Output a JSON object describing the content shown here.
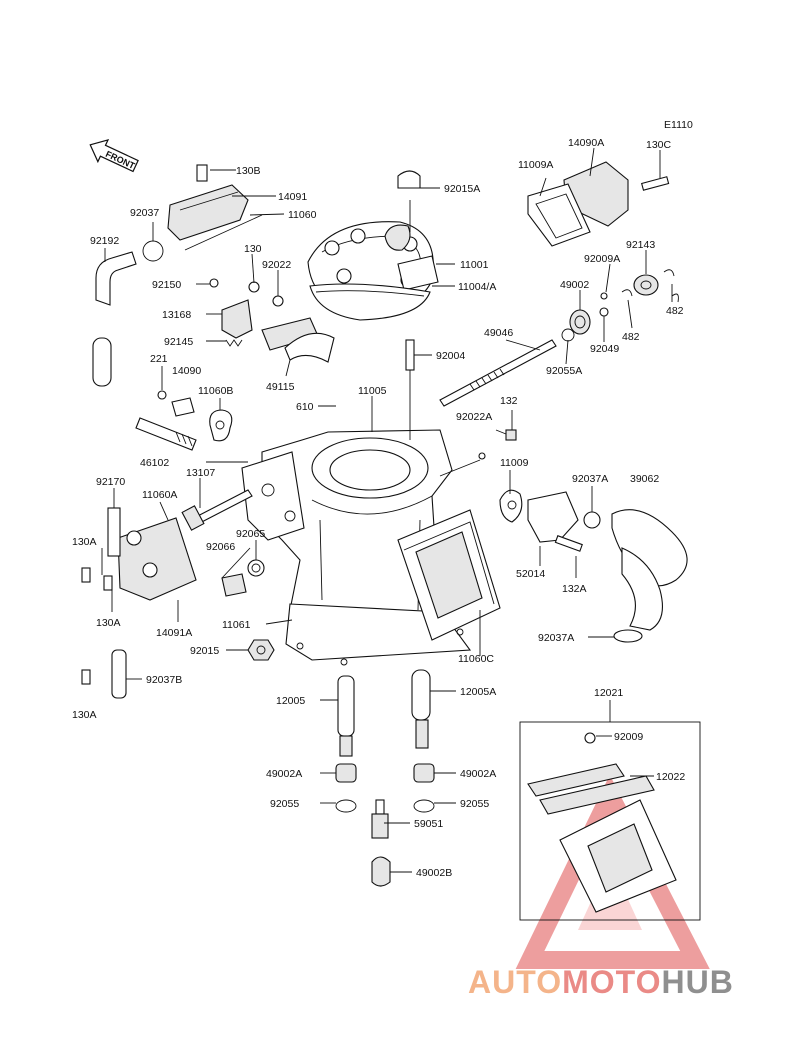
{
  "diagram_code": "E1110",
  "front_label": "FRONT",
  "watermark": {
    "part1": "AUTO",
    "part2": "MOTO",
    "part3": "HUB"
  },
  "labels": {
    "l_130B": "130B",
    "l_14091": "14091",
    "l_11060": "11060",
    "l_92037": "92037",
    "l_92192": "92192",
    "l_130": "130",
    "l_92022": "92022",
    "l_92150": "92150",
    "l_13168": "13168",
    "l_92145": "92145",
    "l_221": "221",
    "l_14090": "14090",
    "l_49115": "49115",
    "l_11060B": "11060B",
    "l_92015A": "92015A",
    "l_11001": "11001",
    "l_11004A": "11004/A",
    "l_92004": "92004",
    "l_11005": "11005",
    "l_610": "610",
    "l_46102": "46102",
    "l_13107": "13107",
    "l_92170": "92170",
    "l_11060A": "11060A",
    "l_92065": "92065",
    "l_92066": "92066",
    "l_130A_1": "130A",
    "l_130A_2": "130A",
    "l_14091A": "14091A",
    "l_11061": "11061",
    "l_92015": "92015",
    "l_92037B": "92037B",
    "l_130A_3": "130A",
    "l_12005": "12005",
    "l_12005A": "12005A",
    "l_49002A_1": "49002A",
    "l_49002A_2": "49002A",
    "l_92055_1": "92055",
    "l_92055_2": "92055",
    "l_59051": "59051",
    "l_49002B": "49002B",
    "l_14090A": "14090A",
    "l_11009A": "11009A",
    "l_130C": "130C",
    "l_92143": "92143",
    "l_92009A": "92009A",
    "l_49002": "49002",
    "l_482_1": "482",
    "l_482_2": "482",
    "l_92049": "92049",
    "l_49046": "49046",
    "l_92055A": "92055A",
    "l_132": "132",
    "l_92022A": "92022A",
    "l_11009": "11009",
    "l_92037A_1": "92037A",
    "l_39062": "39062",
    "l_52014": "52014",
    "l_132A": "132A",
    "l_11060C": "11060C",
    "l_92037A_2": "92037A",
    "l_12021": "12021",
    "l_92009": "92009",
    "l_12022": "12022"
  }
}
